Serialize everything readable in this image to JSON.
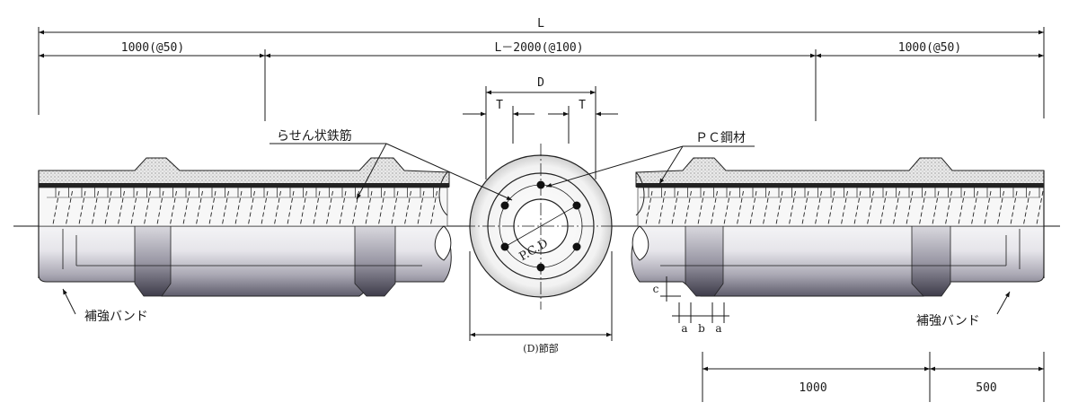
{
  "diagram": {
    "dimensions": {
      "total": "L",
      "end_left": "1000(@50)",
      "middle": "L－2000(@100)",
      "end_right": "1000(@50)",
      "bottom_a": "1000",
      "bottom_b": "500"
    },
    "cross_section": {
      "outer_dim": "D",
      "wall_left": "T",
      "wall_right": "T",
      "pcd": "P.C.D",
      "node_label": "(D)節部"
    },
    "labels": {
      "spiral_rebar": "らせん状鉄筋",
      "pc_steel": "ＰＣ鋼材",
      "band_left": "補強バンド",
      "band_right": "補強バンド"
    },
    "band_dims": {
      "a1": "a",
      "b": "b",
      "a2": "a",
      "c": "c"
    }
  }
}
